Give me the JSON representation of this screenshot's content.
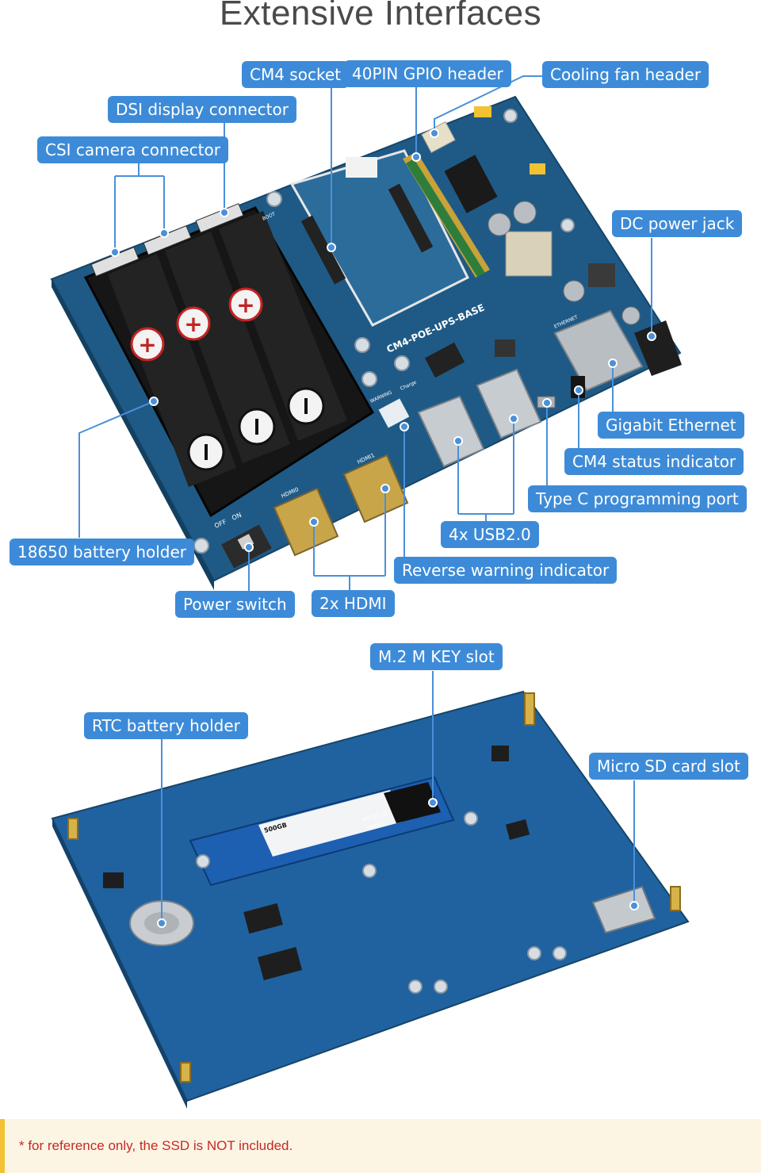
{
  "title": "Extensive Interfaces",
  "top_board": {
    "labels": {
      "cm4_socket": "CM4 socket",
      "gpio_header": "40PIN GPIO header",
      "cooling_fan": "Cooling fan header",
      "dsi_connector": "DSI display connector",
      "csi_connector": "CSI camera connector",
      "dc_power": "DC power jack",
      "gigabit_ethernet": "Gigabit Ethernet",
      "cm4_status": "CM4 status indicator",
      "type_c": "Type C programming port",
      "usb": "4x USB2.0",
      "battery_holder": "18650 battery holder",
      "reverse_warning": "Reverse warning indicator",
      "power_switch": "Power switch",
      "hdmi": "2x HDMI"
    },
    "pcb_text": {
      "board_name": "CM4-POE-UPS-BASE",
      "hdmi0": "HDMI0",
      "hdmi1": "HDMI1",
      "switch_off": "OFF",
      "switch_on": "ON",
      "ethernet": "ETHERNET",
      "warning": "WARNING",
      "charge": "Charge",
      "boot": "BOOT"
    }
  },
  "bottom_board": {
    "labels": {
      "m2_slot": "M.2 M KEY slot",
      "rtc_battery": "RTC battery holder",
      "micro_sd": "Micro SD card slot"
    },
    "ssd_text": {
      "capacity": "500GB",
      "brand": "WD BLUE",
      "model": "SN550"
    }
  },
  "colors": {
    "label_bg": "#3d8bd8",
    "pcb": "#1f5a86",
    "leader_line": "#4a90d9"
  },
  "note": "* for reference only, the SSD is NOT included."
}
